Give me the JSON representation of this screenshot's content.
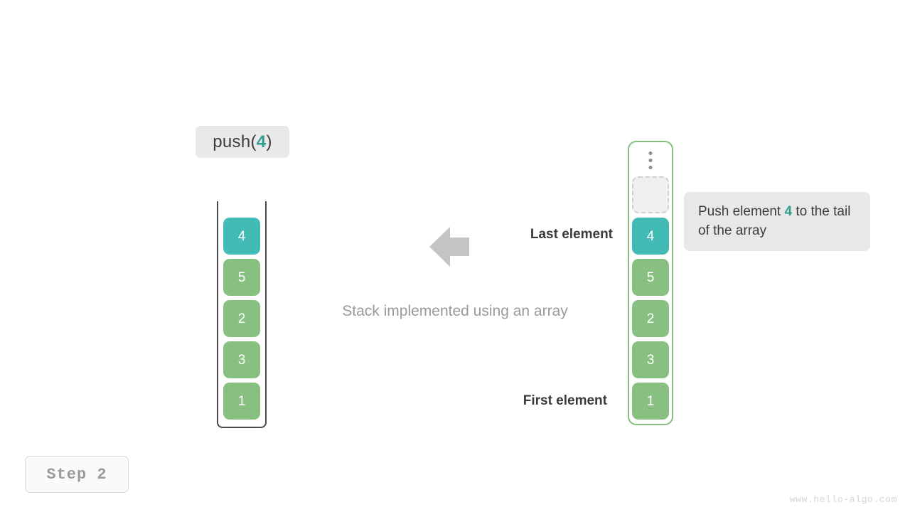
{
  "operation": {
    "prefix": "push(",
    "arg": "4",
    "suffix": ")"
  },
  "stack": {
    "caption": "Stack implemented using an array",
    "last_element_label": "Last element",
    "first_element_label": "First element",
    "arrow_direction": "left",
    "cells": [
      {
        "value": "4",
        "color": "teal"
      },
      {
        "value": "5",
        "color": "green"
      },
      {
        "value": "2",
        "color": "green"
      },
      {
        "value": "3",
        "color": "green"
      },
      {
        "value": "1",
        "color": "green"
      }
    ]
  },
  "array": {
    "ellipsis": "vertical-ellipsis",
    "placeholder": "",
    "cells": [
      {
        "value": "4",
        "color": "teal"
      },
      {
        "value": "5",
        "color": "green"
      },
      {
        "value": "2",
        "color": "green"
      },
      {
        "value": "3",
        "color": "green"
      },
      {
        "value": "1",
        "color": "green"
      }
    ]
  },
  "annotation": {
    "line1_before": "Push element ",
    "line1_highlight": "4",
    "line1_after": " to",
    "line2": "the tail of the array"
  },
  "step": {
    "label": "Step 2"
  },
  "watermark": {
    "text": "www.hello-algo.com"
  },
  "colors": {
    "teal": "#41bbb4",
    "green": "#87c081",
    "accent_text": "#2f9e8f",
    "arrow_gray": "#c4c4c4",
    "panel_gray": "#e8e8e8",
    "array_border_green": "#86bf7f",
    "stack_border": "#4a4a4a"
  }
}
